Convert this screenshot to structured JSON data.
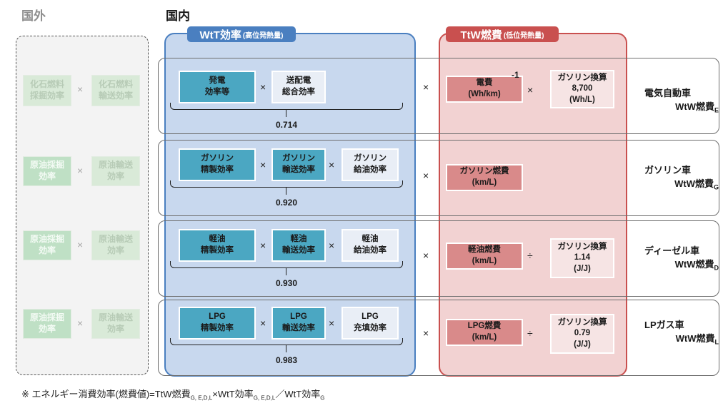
{
  "headers": {
    "foreign": "国外",
    "domestic": "国内"
  },
  "wtt_title": {
    "main": "WtT効率",
    "sub": "(高位発熱量)"
  },
  "ttw_title": {
    "main": "TtW燃費",
    "sub": "(低位発熱量)"
  },
  "foreign_rows": [
    {
      "a": "化石燃料\n採掘効率",
      "b": "化石燃料\n輸送効率"
    },
    {
      "a": "原油採掘\n効率",
      "b": "原油輸送\n効率"
    },
    {
      "a": "原油採掘\n効率",
      "b": "原油輸送\n効率"
    },
    {
      "a": "原油採掘\n効率",
      "b": "原油輸送\n効率"
    }
  ],
  "times": "×",
  "divide": "÷",
  "rows": [
    {
      "wtt_boxes": [
        "発電\n効率等",
        "送配電\n総合効率"
      ],
      "wtt_value": "0.714",
      "ttw_fuel": "電費\n(Wh/km)",
      "ttw_sup": "-1",
      "ttw_conv": "ガソリン換算\n8,700\n(Wh/L)",
      "result_line1": "電気自動車",
      "result_line2": "WtW燃費",
      "result_sub": "E"
    },
    {
      "wtt_boxes": [
        "ガソリン\n精製効率",
        "ガソリン\n輸送効率",
        "ガソリン\n給油効率"
      ],
      "wtt_value": "0.920",
      "ttw_fuel": "ガソリン燃費\n(km/L)",
      "result_line1": "ガソリン車",
      "result_line2": "WtW燃費",
      "result_sub": "G"
    },
    {
      "wtt_boxes": [
        "軽油\n精製効率",
        "軽油\n輸送効率",
        "軽油\n給油効率"
      ],
      "wtt_value": "0.930",
      "ttw_fuel": "軽油燃費\n(km/L)",
      "ttw_conv": "ガソリン換算\n1.14\n(J/J)",
      "result_line1": "ディーゼル車",
      "result_line2": "WtW燃費",
      "result_sub": "D"
    },
    {
      "wtt_boxes": [
        "LPG\n精製効率",
        "LPG\n輸送効率",
        "LPG\n充填効率"
      ],
      "wtt_value": "0.983",
      "ttw_fuel": "LPG燃費\n(km/L)",
      "ttw_conv": "ガソリン換算\n0.79\n(J/J)",
      "result_line1": "LPガス車",
      "result_line2": "WtW燃費",
      "result_sub": "L"
    }
  ],
  "footnote": {
    "prefix": "※ エネルギー消費効率(燃費値)=TtW燃費",
    "sub1": "G, E,D,L",
    "mid1": "×WtT効率",
    "sub2": "G, E,D,L",
    "mid2": "／WtT効率",
    "sub3": "G"
  }
}
